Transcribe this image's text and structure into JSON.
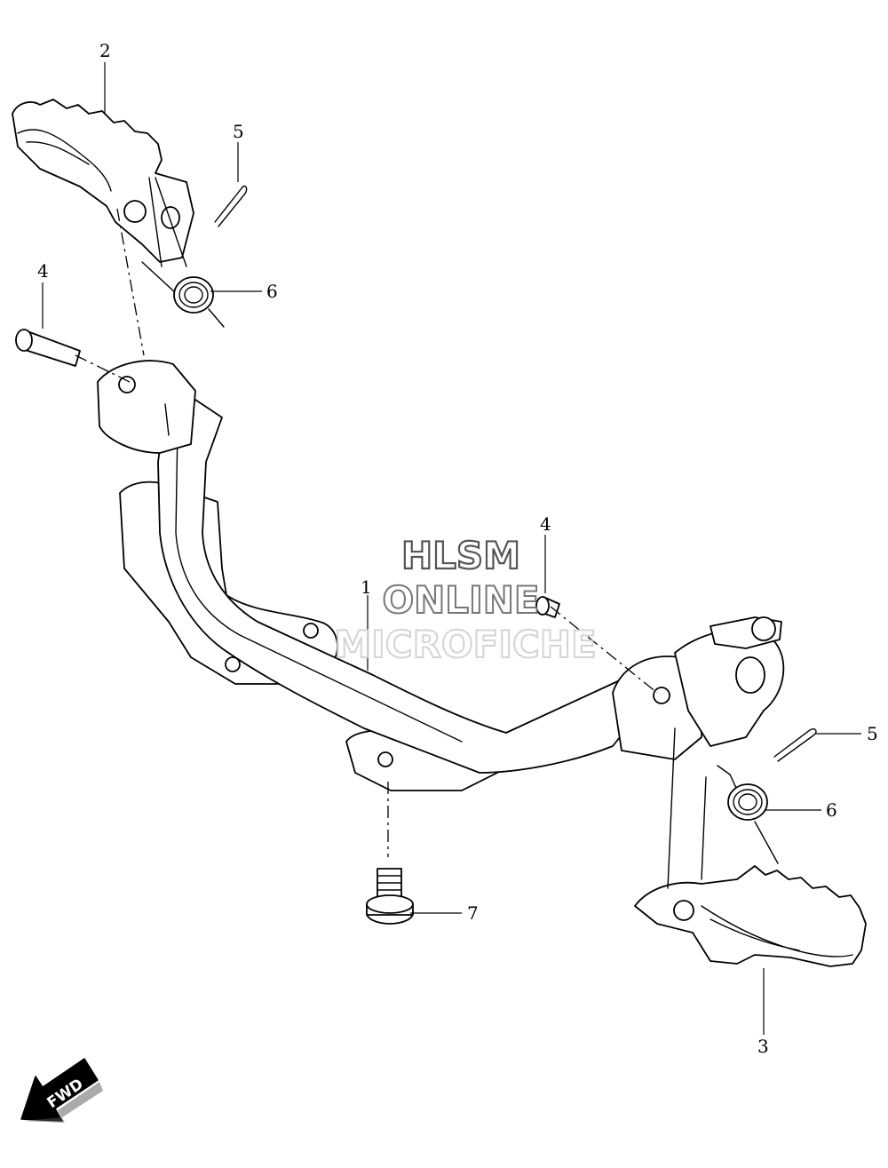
{
  "callouts": [
    {
      "number": "1"
    },
    {
      "number": "2"
    },
    {
      "number": "3"
    },
    {
      "number": "4"
    },
    {
      "number": "4"
    },
    {
      "number": "5"
    },
    {
      "number": "5"
    },
    {
      "number": "6"
    },
    {
      "number": "6"
    },
    {
      "number": "7"
    }
  ],
  "watermark": {
    "line1": "HLSM",
    "line2": "ONLINE",
    "line3": "MICROFICHE"
  },
  "fwd_label": "FWD",
  "colors": {
    "line": "#000000",
    "background": "#ffffff",
    "watermark_dark": "#555555",
    "watermark_light": "#d0d0d0"
  }
}
